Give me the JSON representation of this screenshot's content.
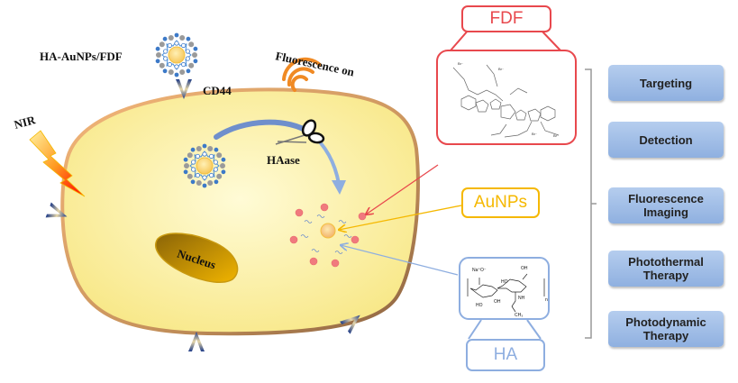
{
  "labels": {
    "probe": "HA-AuNPs/FDF",
    "receptor": "CD44",
    "fluorescence": "Fluorescence on",
    "light": "NIR",
    "enzyme": "HAase",
    "nucleus": "Nucleus"
  },
  "callouts": {
    "fdf": {
      "label": "FDF",
      "color": "#e8484d"
    },
    "aunps": {
      "label": "AuNPs",
      "color": "#f5b800"
    },
    "ha": {
      "label": "HA",
      "color": "#8eaee0"
    }
  },
  "ha_structure_text": {
    "counterion": "Na⁺O⁻",
    "repeat": "n",
    "groups": [
      "HO",
      "OH",
      "O",
      "NH",
      "CH₃"
    ]
  },
  "fdf_structure_text": {
    "counterion": "Br⁻",
    "heteroatoms": [
      "N⁺",
      "S",
      "N",
      "O"
    ]
  },
  "functions": [
    {
      "label": "Targeting"
    },
    {
      "label": "Detection"
    },
    {
      "label": "Fluorescence\nImaging"
    },
    {
      "label": "Photothermal\nTherapy"
    },
    {
      "label": "Photodynamic\nTherapy"
    }
  ],
  "colors": {
    "cytoplasm": "#fdf3b0",
    "membrane": "#9c7048",
    "nucleus": "#c99a10",
    "arrow_blue": "#7e9fd6",
    "fluor_orange": "#f08a24",
    "dye_pink": "#f07a7e",
    "box_blue": "#9dbbe6"
  }
}
